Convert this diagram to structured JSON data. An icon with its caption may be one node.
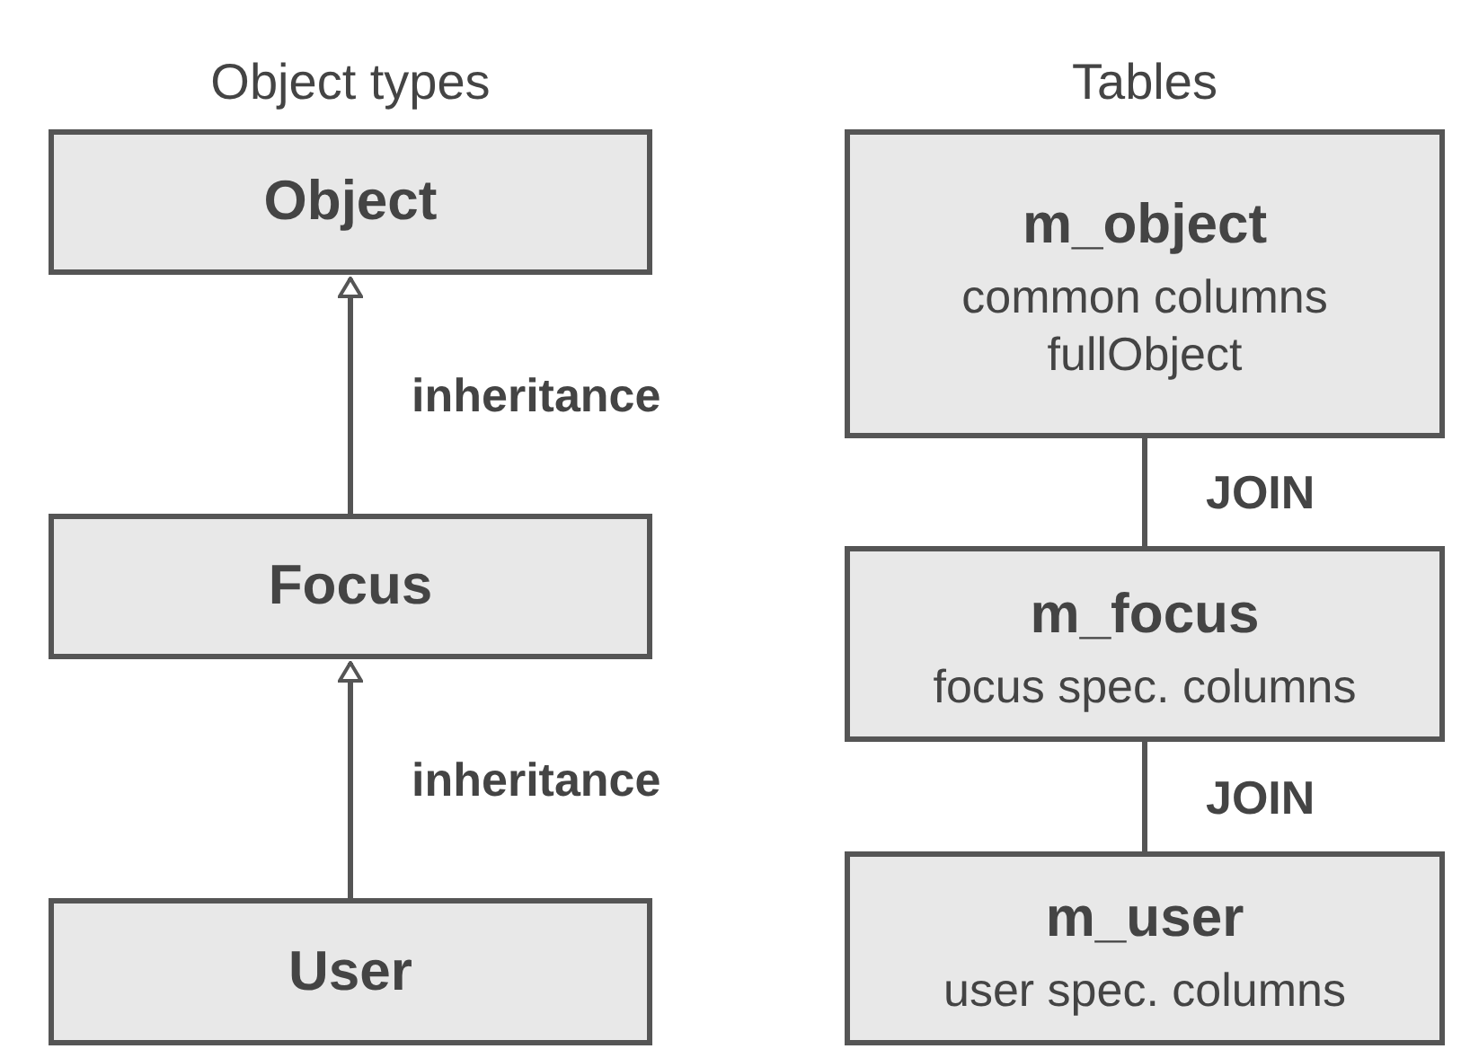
{
  "diagram": {
    "nodes": [
      {
        "text": [
          "Object"
        ]
      },
      {
        "text": [
          "Focus"
        ]
      },
      {
        "text": [
          "User"
        ]
      },
      {
        "text": [
          "m_object",
          "common columns",
          "fullObject"
        ]
      },
      {
        "text": [
          "m_focus",
          "focus spec. columns"
        ]
      },
      {
        "text": [
          "m_user",
          "user spec. columns"
        ]
      }
    ],
    "edges": [
      {
        "from": 1,
        "to": 0,
        "arrow": "to",
        "label": "inheritance"
      },
      {
        "from": 2,
        "to": 1,
        "arrow": "to",
        "label": "inheritance"
      },
      {
        "from": 3,
        "to": 4,
        "arrow": "none",
        "label": "JOIN"
      },
      {
        "from": 4,
        "to": 5,
        "arrow": "none",
        "label": "JOIN"
      }
    ],
    "labels": [
      "Object types",
      "Tables"
    ]
  }
}
